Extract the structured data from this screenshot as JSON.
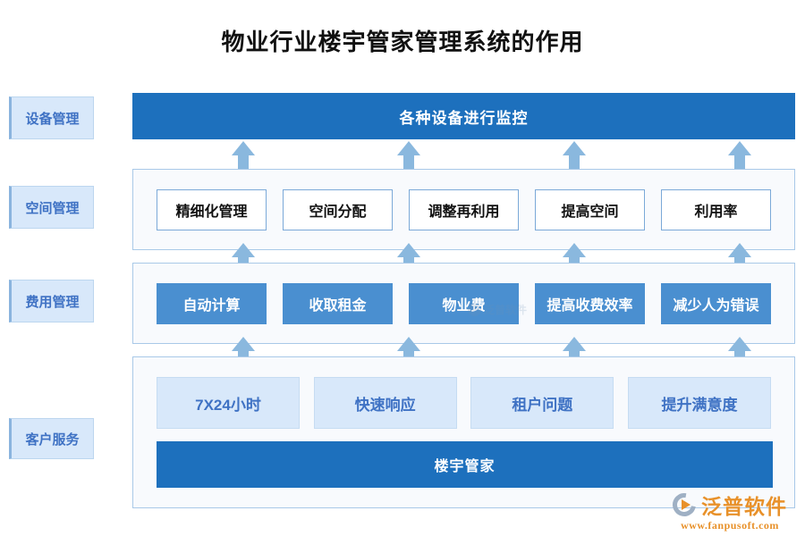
{
  "page": {
    "title": "物业行业楼宇管家管理系统的作用"
  },
  "colors": {
    "bar_blue": "#1d70bd",
    "chip_blue": "#4a8fd0",
    "pale_blue": "#d8e8fa",
    "arrow_blue": "#8ab8de",
    "panel_bg": "#f8fafd",
    "panel_border": "#a9c9e8",
    "text_blue": "#3f72c4",
    "watermark_orange": "#e8912a"
  },
  "sidebar": {
    "items": [
      {
        "label": "设备管理"
      },
      {
        "label": "空间管理"
      },
      {
        "label": "费用管理"
      },
      {
        "label": "客户服务"
      }
    ]
  },
  "diagram": {
    "top_bar": {
      "label": "各种设备进行监控"
    },
    "rows": [
      {
        "name": "space-management-row",
        "style": "white-chip",
        "items": [
          {
            "label": "精细化管理"
          },
          {
            "label": "空间分配"
          },
          {
            "label": "调整再利用"
          },
          {
            "label": "提高空间"
          },
          {
            "label": "利用率"
          }
        ]
      },
      {
        "name": "fee-management-row",
        "style": "blue-chip",
        "items": [
          {
            "label": "自动计算"
          },
          {
            "label": "收取租金"
          },
          {
            "label": "物业费"
          },
          {
            "label": "提高收费效率"
          },
          {
            "label": "减少人为错误"
          }
        ]
      },
      {
        "name": "customer-service-row",
        "style": "pale-chip",
        "items": [
          {
            "label": "7X24小时"
          },
          {
            "label": "快速响应"
          },
          {
            "label": "租户问题"
          },
          {
            "label": "提升满意度"
          }
        ]
      }
    ],
    "bottom_bar": {
      "label": "楼宇管家"
    },
    "arrow_groups": 3,
    "arrows_per_group": 4,
    "arrow_direction": "up"
  },
  "watermark": {
    "center_text": "泛普软件",
    "brand": "泛普软件",
    "url": "www.fanpusoft.com"
  }
}
